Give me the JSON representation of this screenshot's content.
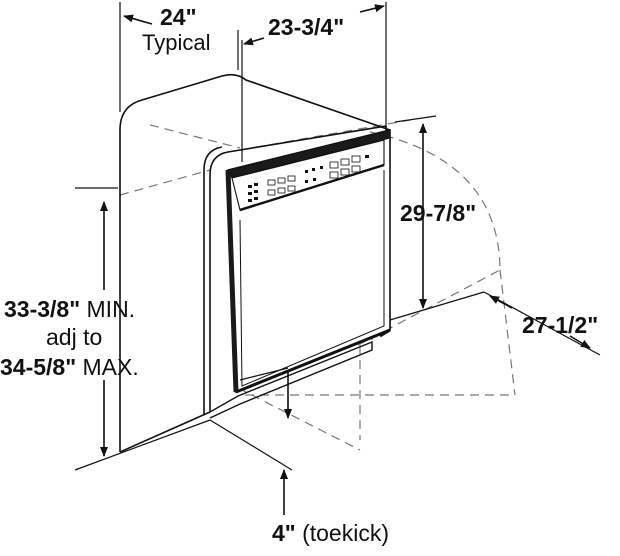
{
  "dimensions": {
    "width_label": "24\"",
    "width_note": "Typical",
    "depth_label": "23-3/4\"",
    "door_height_label": "29-7/8\"",
    "door_swing_label": "27-1/2\"",
    "height_min_value": "33-3/8\"",
    "height_min_suffix": "MIN.",
    "height_adj_text": "adj to",
    "height_max_value": "34-5/8\"",
    "height_max_suffix": "MAX.",
    "toekick_value": "4\"",
    "toekick_note": "(toekick)"
  },
  "colors": {
    "line": "#111111",
    "dashed": "#777777",
    "panel_dark": "#1a1a1a",
    "background": "#ffffff"
  }
}
